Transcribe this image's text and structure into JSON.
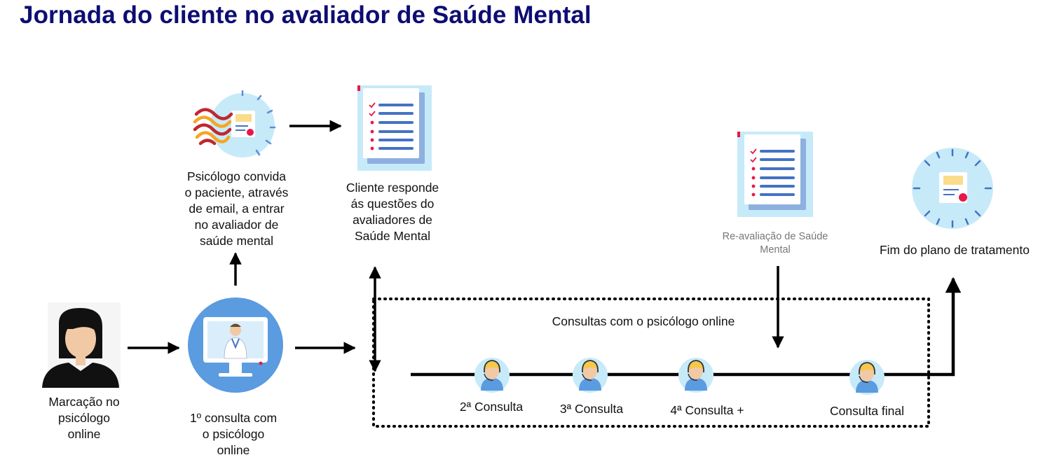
{
  "title": "Jornada do cliente no avaliador de Saúde Mental",
  "steps": {
    "booking": "Marcação no\npsicólogo\nonline",
    "first_consult": "1º consulta com\no psicólogo\nonline",
    "invite": "Psicólogo convida\no paciente, através\nde email, a entrar\nno avaliador de\nsaúde mental",
    "respond": "Cliente responde\nás questões do\navaliadores de\nSaúde Mental",
    "reassessment": "Re-avaliação de Saúde\nMental",
    "end": "Fim do plano de tratamento"
  },
  "consultations_box": {
    "label": "Consultas com o psicólogo online",
    "items": [
      "2ª Consulta",
      "3ª Consulta",
      "4ª Consulta +",
      "Consulta final"
    ]
  },
  "colors": {
    "title": "#0d0d73",
    "light_blue": "#c7eaf9",
    "doc_blue": "#4472c4",
    "accent_red": "#e8174a",
    "monitor_blue": "#5b9be0"
  }
}
